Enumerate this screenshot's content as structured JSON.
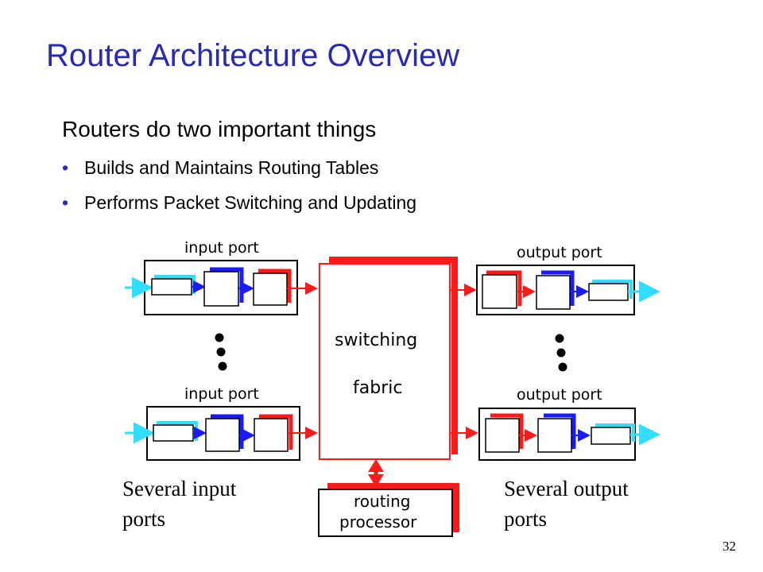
{
  "slide": {
    "title": "Router Architecture Overview",
    "subtitle": "Routers do two important things",
    "bullets": [
      "Builds and Maintains Routing Tables",
      "Performs Packet Switching and Updating"
    ],
    "page_number": "32"
  },
  "diagram": {
    "input_port_top_label": "input port",
    "input_port_bottom_label": "input port",
    "output_port_top_label": "output port",
    "output_port_bottom_label": "output port",
    "fabric_label_line1": "switching",
    "fabric_label_line2": "fabric",
    "processor_label_line1": "routing",
    "processor_label_line2": "processor",
    "caption_input_line1": "Several input",
    "caption_input_line2": "ports",
    "caption_output_line1": "Several output",
    "caption_output_line2": "ports",
    "colors": {
      "red": "#ff1a1a",
      "blue": "#1a1aff",
      "cyan": "#33ddff",
      "title_blue": "#2a2ab0"
    }
  }
}
